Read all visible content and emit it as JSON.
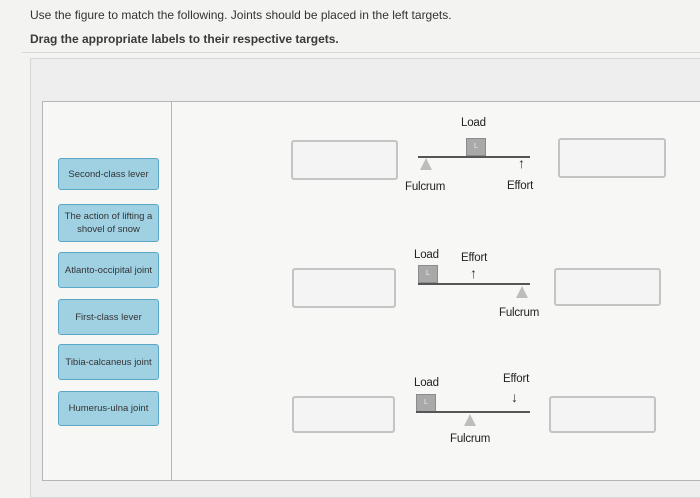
{
  "instructions": {
    "line1": "Use the figure to match the following. Joints should be placed in the left targets.",
    "line2": "Drag the appropriate labels to their respective targets."
  },
  "labels": [
    "Second-class lever",
    "The action of lifting a shovel of snow",
    "Atlanto-occipital joint",
    "First-class lever",
    "Tibia-calcaneus joint",
    "Humerus-ulna joint"
  ],
  "diagram1": {
    "load": "Load",
    "load_box": "L",
    "fulcrum": "Fulcrum",
    "effort": "Effort",
    "effort_icon": "arrow-up-icon"
  },
  "diagram2": {
    "load": "Load",
    "load_box": "L",
    "fulcrum": "Fulcrum",
    "effort": "Effort",
    "effort_icon": "arrow-up-icon"
  },
  "diagram3": {
    "load": "Load",
    "load_box": "L",
    "fulcrum": "Fulcrum",
    "effort": "Effort",
    "effort_icon": "arrow-down-icon"
  },
  "colors": {
    "chip_fill": "#9fd1e3",
    "chip_border": "#5aa6c4",
    "target_border": "#c4c4c4"
  }
}
